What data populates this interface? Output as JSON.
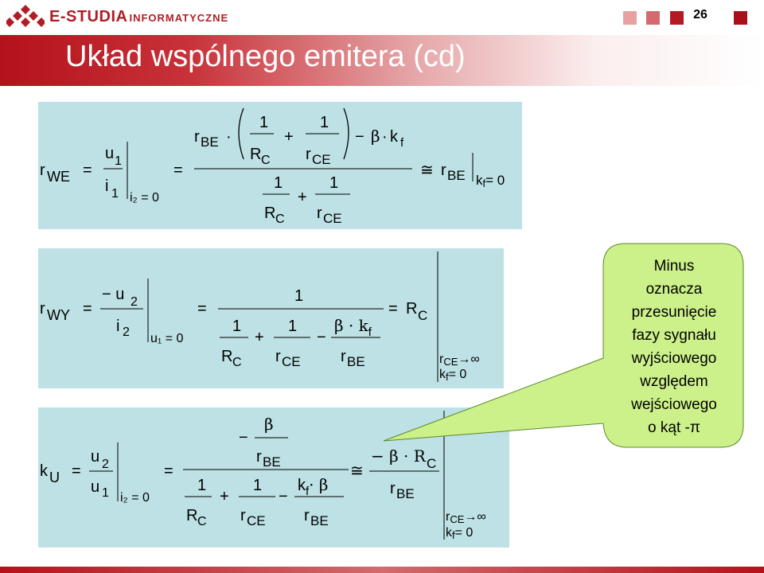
{
  "header": {
    "brand": "E-STUDIA",
    "brand_sub": "INFORMATYCZNE",
    "page_number": "26",
    "nav_squares": [
      "#e8a0a3",
      "#d46a6f",
      "#b41a22",
      "#a8101a"
    ]
  },
  "title": "Układ wspólnego emitera (cd)",
  "colors": {
    "accent": "#b4121a",
    "formula_bg": "#bde1e5",
    "callout_bg": "#ccf08a"
  },
  "formulas": {
    "f1": {
      "r": "r",
      "WE": "WE",
      "eq": "=",
      "u": "u",
      "one_sub": "1",
      "i": "i",
      "cond": "i₂ = 0",
      "rBE": "r",
      "BE": "BE",
      "dot": "·",
      "one": "1",
      "RC": "R",
      "C": "C",
      "rCE": "r",
      "CE": "CE",
      "plus": "+",
      "minus": "−",
      "beta": "β",
      "k": "k",
      "f": "f",
      "approx": "≅",
      "cond2": "k",
      "cond2_sub": "f",
      "cond2_rest": "= 0"
    },
    "f2": {
      "r": "r",
      "WY": "WY",
      "eq": "=",
      "minus_u": "− u",
      "two": "2",
      "i": "i",
      "cond": "u₁ = 0",
      "one": "1",
      "RC": "R",
      "C": "C",
      "rCE": "r",
      "CE": "CE",
      "rBE": "r",
      "BE": "BE",
      "beta_k": "β · k",
      "f": "f",
      "plus": "+",
      "minus": "−",
      "lim1": "r",
      "lim1_sub": "CE",
      "lim1_rest": "→∞",
      "lim2": "k",
      "lim2_sub": "f",
      "lim2_rest": "= 0"
    },
    "f3": {
      "k": "k",
      "U": "U",
      "eq": "=",
      "u": "u",
      "two": "2",
      "one_sub": "1",
      "cond": "i₂ = 0",
      "minus": "−",
      "beta": "β",
      "rBE": "r",
      "BE": "BE",
      "one": "1",
      "RC": "R",
      "C": "C",
      "rCE": "r",
      "CE": "CE",
      "kf_beta": "k",
      "f": "f",
      "dot_beta": "· β",
      "plus": "+",
      "approx": "≅",
      "minus_beta_RC": "− β · R",
      "lim1": "r",
      "lim1_sub": "CE",
      "lim1_rest": "→∞",
      "lim2": "k",
      "lim2_sub": "f",
      "lim2_rest": "= 0"
    }
  },
  "callout": {
    "lines": [
      "Minus",
      "oznacza",
      "przesunięcie",
      "fazy sygnału",
      "wyjściowego",
      "względem",
      "wejściowego",
      "o kąt -π"
    ]
  }
}
